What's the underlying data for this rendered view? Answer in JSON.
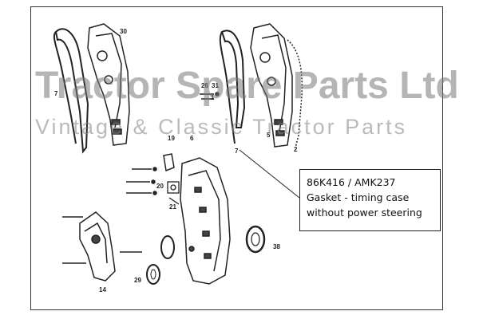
{
  "watermark": {
    "line1": "Tractor Spare Parts Ltd",
    "line2": "Vintage & Classic Tractor Parts"
  },
  "callout": {
    "part_number": "86K416 / AMK237",
    "description_line1": "Gasket - timing case",
    "description_line2": "without power steering"
  },
  "part_labels": [
    "30",
    "7",
    "26",
    "31",
    "1",
    "5",
    "2",
    "7",
    "19",
    "6",
    "20",
    "21",
    "14",
    "29",
    "38"
  ],
  "colors": {
    "line": "#222222",
    "watermark": "#8a8a8a"
  }
}
